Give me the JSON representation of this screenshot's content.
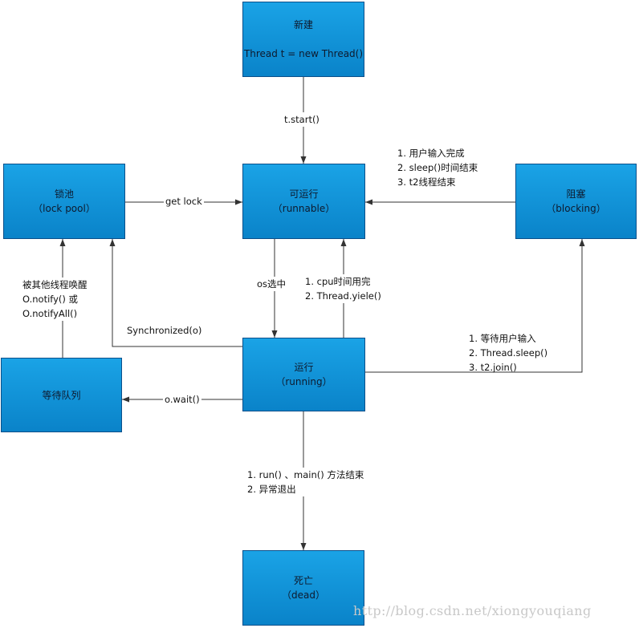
{
  "states": {
    "new": {
      "title": "新建",
      "sub": "Thread t = new Thread()"
    },
    "runnable": {
      "title": "可运行",
      "sub": "（runnable）"
    },
    "lock_pool": {
      "title": "锁池",
      "sub": "（lock pool）"
    },
    "blocking": {
      "title": "阻塞",
      "sub": "（blocking）"
    },
    "running": {
      "title": "运行",
      "sub": "（running）"
    },
    "wait_queue": {
      "title": "等待队列"
    },
    "dead": {
      "title": "死亡",
      "sub": "（dead）"
    }
  },
  "transitions": {
    "start": "t.start()",
    "get_lock": "get lock",
    "block_to_runnable": [
      "1. 用户输入完成",
      "2. sleep()时间结束",
      "3. t2线程结束"
    ],
    "wake": [
      "被其他线程唤醒",
      "O.notify() 或",
      "O.notifyAll()"
    ],
    "os_select": "os选中",
    "yield": [
      "1. cpu时间用完",
      "2. Thread.yiele()"
    ],
    "synchronized": "Synchronized(o)",
    "to_blocking": [
      "1. 等待用户输入",
      "2. Thread.sleep()",
      "3. t2.join()"
    ],
    "wait": "o.wait()",
    "to_dead": [
      "1. run() 、main() 方法结束",
      "2.  异常退出"
    ]
  },
  "watermark": "http://blog.csdn.net/xiongyouqiang"
}
